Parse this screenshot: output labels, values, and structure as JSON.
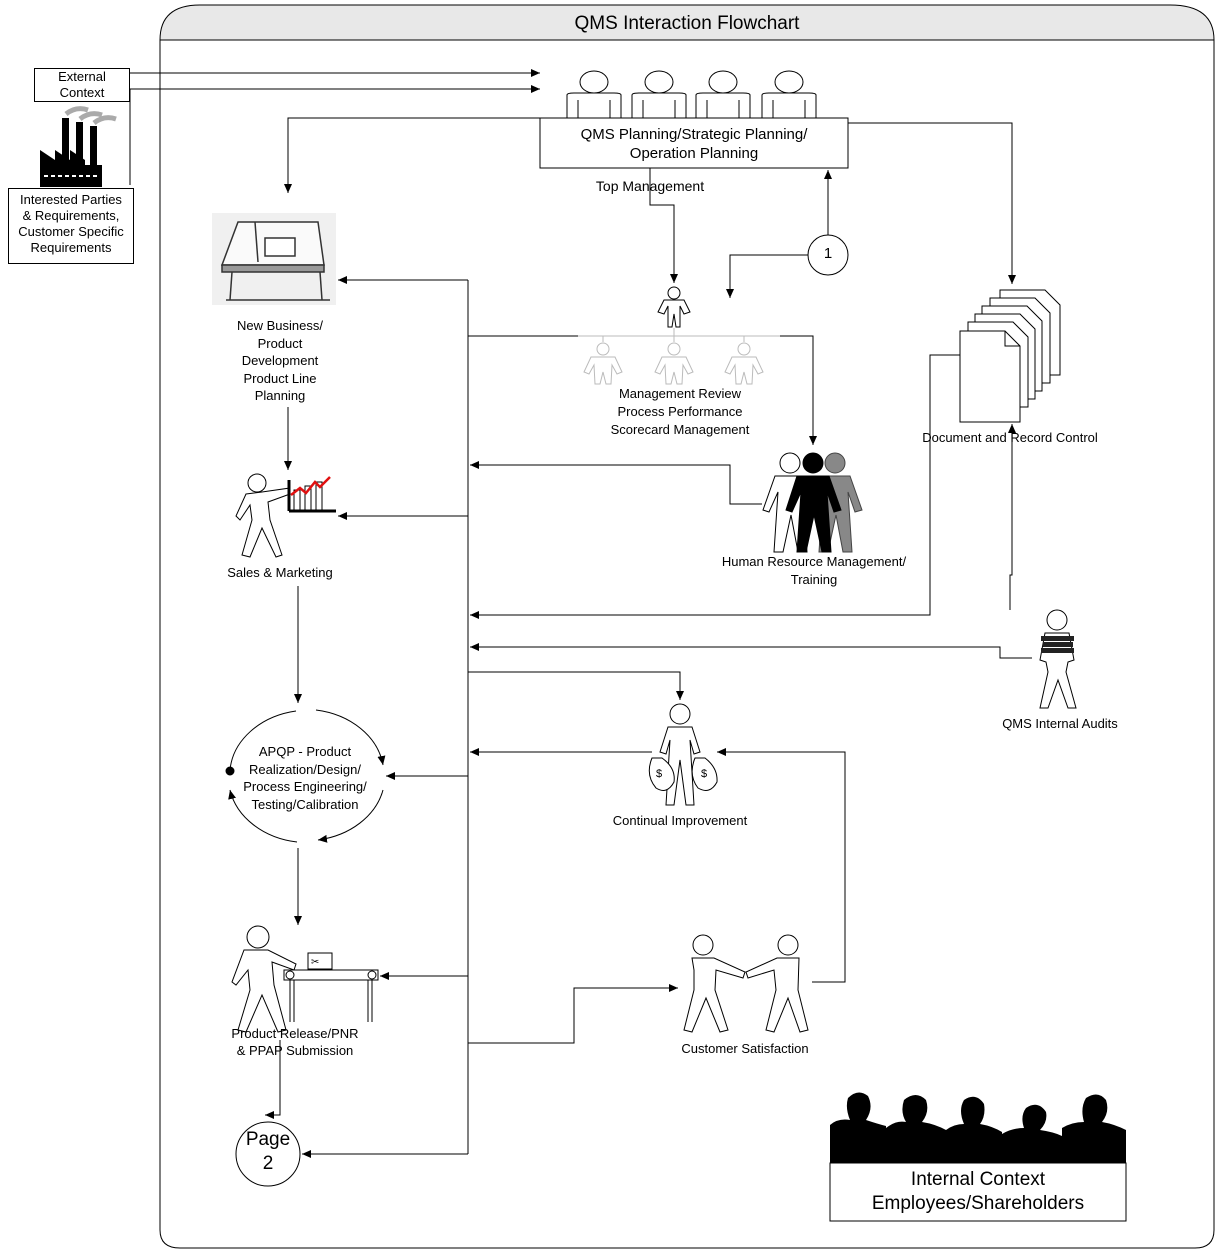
{
  "title": "QMS Interaction Flowchart",
  "external": {
    "context": "External\nContext",
    "interested": "Interested Parties\n& Requirements,\nCustomer Specific\nRequirements"
  },
  "top": {
    "planning": "QMS Planning/Strategic Planning/\nOperation Planning",
    "label": "Top Management"
  },
  "connector_1": "1",
  "nodes": {
    "new_business": "New Business/\nProduct\nDevelopment\nProduct Line\nPlanning",
    "management_review": "Management Review\nProcess Performance\nScorecard Management",
    "document_control": "Document and Record Control",
    "sales": "Sales & Marketing",
    "hr": "Human Resource Management/\nTraining",
    "audits": "QMS Internal Audits",
    "apqp": "APQP - Product\nRealization/Design/\nProcess Engineering/\nTesting/Calibration",
    "continual": "Continual Improvement",
    "release": "Product Release/PNR\n& PPAP Submission",
    "customer": "Customer Satisfaction",
    "page2": "Page\n2",
    "internal": "Internal Context\nEmployees/Shareholders"
  },
  "money_symbol": "$"
}
